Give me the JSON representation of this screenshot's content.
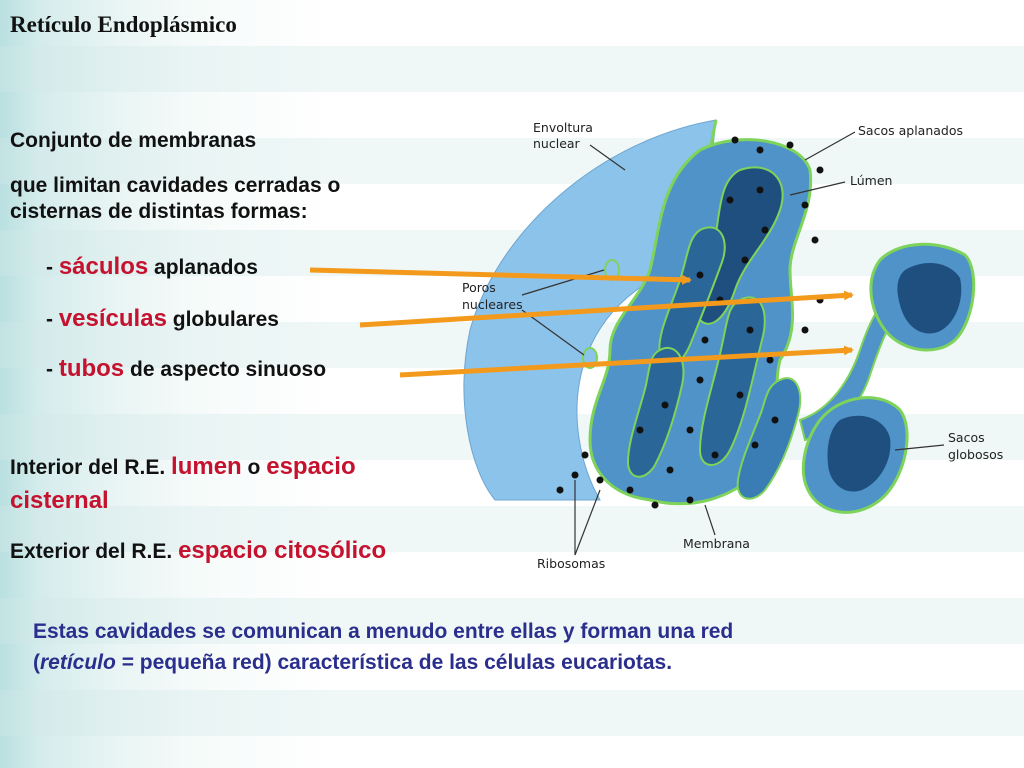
{
  "title": "Retículo Endoplásmico",
  "intro": {
    "line1": "Conjunto de membranas",
    "line2": "que limitan cavidades cerradas o",
    "line3": "cisternas de distintas formas:"
  },
  "items": [
    {
      "prefix": "- ",
      "key": "sáculos",
      "rest": " aplanados"
    },
    {
      "prefix": "- ",
      "key": "vesículas",
      "rest": " globulares"
    },
    {
      "prefix": "- ",
      "key": "tubos",
      "rest": " de aspecto sinuoso"
    }
  ],
  "interior": {
    "prefix": "Interior del R.E. ",
    "term1": "lumen",
    "middle": " o ",
    "term2": "espacio",
    "term2b": "cisternal"
  },
  "exterior": {
    "prefix": "Exterior del R.E. ",
    "term": "espacio citosólico"
  },
  "bottom": {
    "line1": "Estas cavidades se comunican a menudo entre ellas y forman una red",
    "line2a": "(",
    "line2b": "retículo",
    "line2c": " = pequeña red) característica de las células eucariotas."
  },
  "diagram_labels": {
    "envoltura1": "Envoltura",
    "envoltura2": "nuclear",
    "sacos_aplanados": "Sacos aplanados",
    "lumen": "Lúmen",
    "poros1": "Poros",
    "poros2": "nucleares",
    "sacos_globosos1": "Sacos",
    "sacos_globosos2": "globosos",
    "ribosomas": "Ribosomas",
    "membrana": "Membrana"
  },
  "colors": {
    "accent_red": "#c4122f",
    "bottom_blue": "#2a2e8c",
    "arrow_orange": "#f39a1c",
    "er_blue": "#5a9fd4",
    "nucleus_blue": "#8cc3ea",
    "membrane_green": "#7ed35a"
  }
}
